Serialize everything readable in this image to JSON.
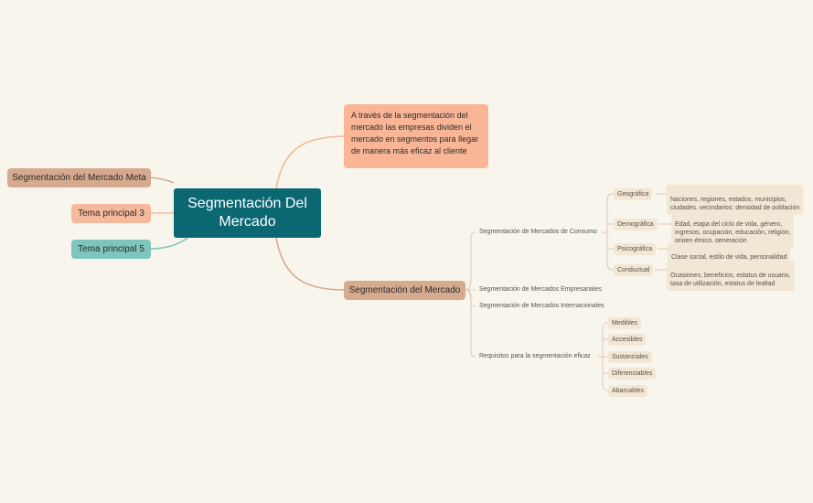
{
  "root": {
    "title": "Segmentación Del\nMercado"
  },
  "left_topics": {
    "meta": "Segmentación del Mercado Meta",
    "tema3": "Tema principal 3",
    "tema5": "Tema principal 5"
  },
  "note": "A través de la segmentación del mercado las empresas dividen el mercado en segmentos para llegar de manera más eficaz al cliente",
  "segmentacion": {
    "label": "Segmentación del Mercado",
    "consumo": {
      "label": "Segmentación de Mercados de Consumo",
      "geografica": {
        "label": "Geográfica",
        "detail": "Naciones, regiones, estados, municipios,\nciudades, vecindarios; densidad de población"
      },
      "demografica": {
        "label": "Demográfica",
        "detail": "Edad, etapa del ciclo de vida, género,\ningresos, ocupación, educación, religión,\norigen étnico, generación"
      },
      "psicografica": {
        "label": "Psicográfica",
        "detail": "Clase social, estilo de vida, personalidad"
      },
      "conductual": {
        "label": "Conductual",
        "detail": "Ocasiones, beneficios, estatus de usuario,\ntasa de utilización, estatus de lealtad"
      }
    },
    "empresariales": "Segmentación de Mercados Empresariales",
    "internacionales": "Segmentación de Mercados Internacionales",
    "requisitos": {
      "label": "Requisitos para la segmentación eficaz",
      "items": [
        "Medibles",
        "Accesibles",
        "Sustanciales",
        "Diferenciables",
        "Abarcables"
      ]
    }
  },
  "colors": {
    "background": "#f8f6ec",
    "root": "#0b6873",
    "meta": "#d6aa8e",
    "tema3": "#f7b99b",
    "tema5": "#7dc5bd",
    "note": "#f8b697",
    "chip": "#f2e6d5"
  }
}
